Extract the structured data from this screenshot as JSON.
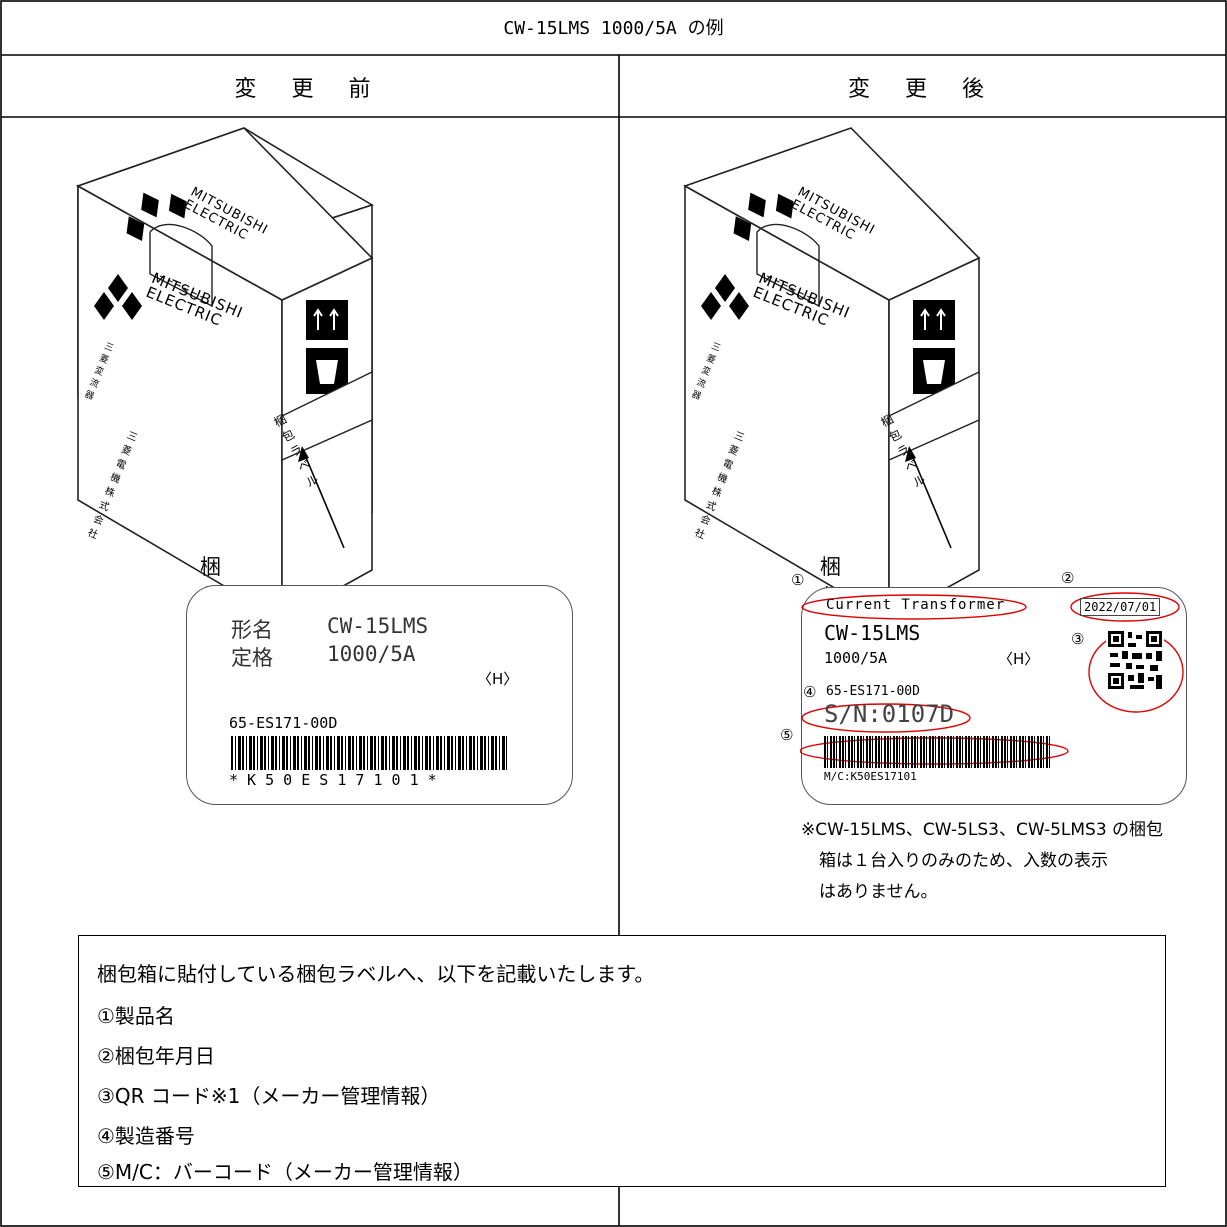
{
  "table": {
    "title": "CW-15LMS 1000/5A の例",
    "col_before": "変 更 前",
    "col_after": "変 更 後"
  },
  "box_art": {
    "brand_line1": "MITSUBISHI",
    "brand_line2": "ELECTRIC",
    "sub_brand": "三菱変流器",
    "company": "三菱電機株式会社",
    "side_label": "梱包ラベル",
    "callout": "梱包ラベル"
  },
  "label_before": {
    "model_key": "形名",
    "model_val": "CW-15LMS",
    "rating_key": "定格",
    "rating_val": "1000/5A",
    "mark": "〈H〉",
    "code": "65-ES171-00D",
    "barcode_text": "* K 5 0 E S 1 7 1 0 1 *"
  },
  "label_after": {
    "product_name": "Current Transformer",
    "date": "2022/07/01",
    "model": "CW-15LMS",
    "rating": "1000/5A",
    "mark": "〈H〉",
    "code": "65-ES171-00D",
    "serial": "S/N:0107D",
    "mc_text": "M/C:K50ES17101",
    "markers": [
      "①",
      "②",
      "③",
      "④",
      "⑤"
    ]
  },
  "note_after": [
    "※CW-15LMS、CW-5LS3、CW-5LMS3 の梱包",
    "箱は１台入りのみのため、入数の表示",
    "はありません。"
  ],
  "info": {
    "intro": "梱包箱に貼付している梱包ラベルへ、以下を記載いたします。",
    "items": [
      "①製品名",
      "②梱包年月日",
      "③QR コード※1（メーカー管理情報）",
      "④製造番号",
      "⑤M/C：バーコード（メーカー管理情報）"
    ]
  }
}
